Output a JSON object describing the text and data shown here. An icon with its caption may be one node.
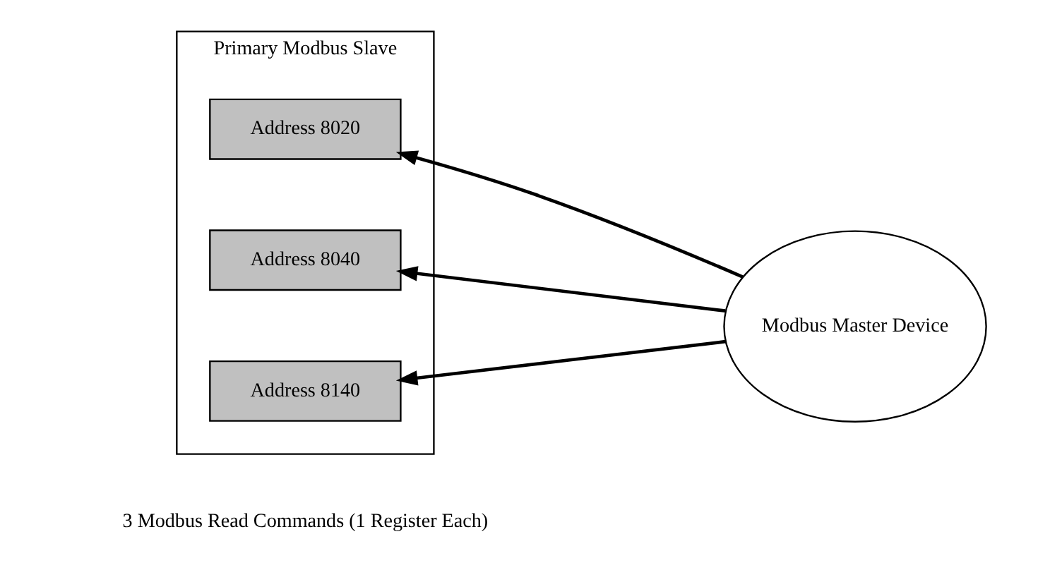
{
  "diagram": {
    "nodes": [
      {
        "text": [
          "Primary Modbus Slave"
        ]
      },
      {
        "text": [
          "Address 8020"
        ],
        "in": 0
      },
      {
        "text": [
          "Address 8040"
        ],
        "in": 0
      },
      {
        "text": [
          "Address 8140"
        ],
        "in": 0
      },
      {
        "text": [
          "Modbus Master Device"
        ]
      }
    ],
    "edges": [
      {
        "from": 4,
        "to": 1,
        "arrow": "to"
      },
      {
        "from": 4,
        "to": 2,
        "arrow": "to"
      },
      {
        "from": 4,
        "to": 3,
        "arrow": "to"
      }
    ],
    "labels": [
      "3 Modbus Read Commands (1 Register Each)"
    ]
  }
}
